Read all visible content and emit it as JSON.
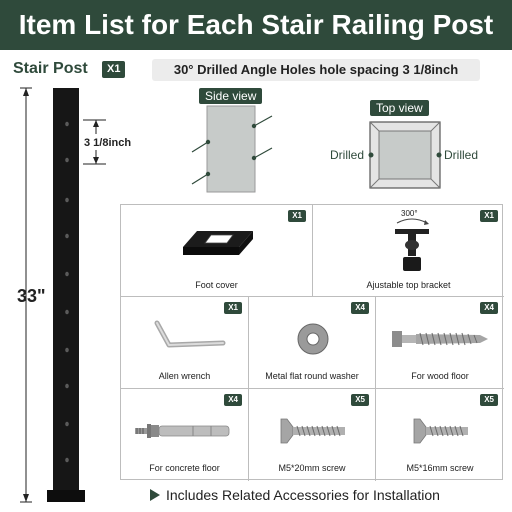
{
  "header": {
    "title": "Item List for Each Stair Railing Post"
  },
  "post": {
    "title": "Stair Post",
    "qty": "X1",
    "height_label": "33\"",
    "spacing_label": "3 1/8inch"
  },
  "spec": {
    "banner": "30° Drilled Angle Holes hole spacing 3 1/8inch"
  },
  "side_view": {
    "label": "Side view"
  },
  "top_view": {
    "label": "Top view",
    "drilled_left": "Drilled",
    "drilled_right": "Drilled"
  },
  "items": [
    {
      "name": "Foot cover",
      "qty": "X1",
      "icon": "foot-cover-icon"
    },
    {
      "name": "Ajustable top bracket",
      "qty": "X1",
      "icon": "top-bracket-icon",
      "note": "300°"
    },
    {
      "name": "Allen wrench",
      "qty": "X1",
      "icon": "allen-wrench-icon"
    },
    {
      "name": "Metal flat round washer",
      "qty": "X4",
      "icon": "washer-icon"
    },
    {
      "name": "For wood floor",
      "qty": "X4",
      "icon": "wood-screw-icon"
    },
    {
      "name": "For concrete floor",
      "qty": "X4",
      "icon": "anchor-bolt-icon"
    },
    {
      "name": "M5*20mm screw",
      "qty": "X5",
      "icon": "m5-20-screw-icon"
    },
    {
      "name": "M5*16mm screw",
      "qty": "X5",
      "icon": "m5-16-screw-icon"
    }
  ],
  "footer": {
    "note": "Includes Related Accessories for Installation"
  },
  "colors": {
    "brand": "#2f4a3b",
    "panel": "#ececec",
    "post": "#161616"
  }
}
